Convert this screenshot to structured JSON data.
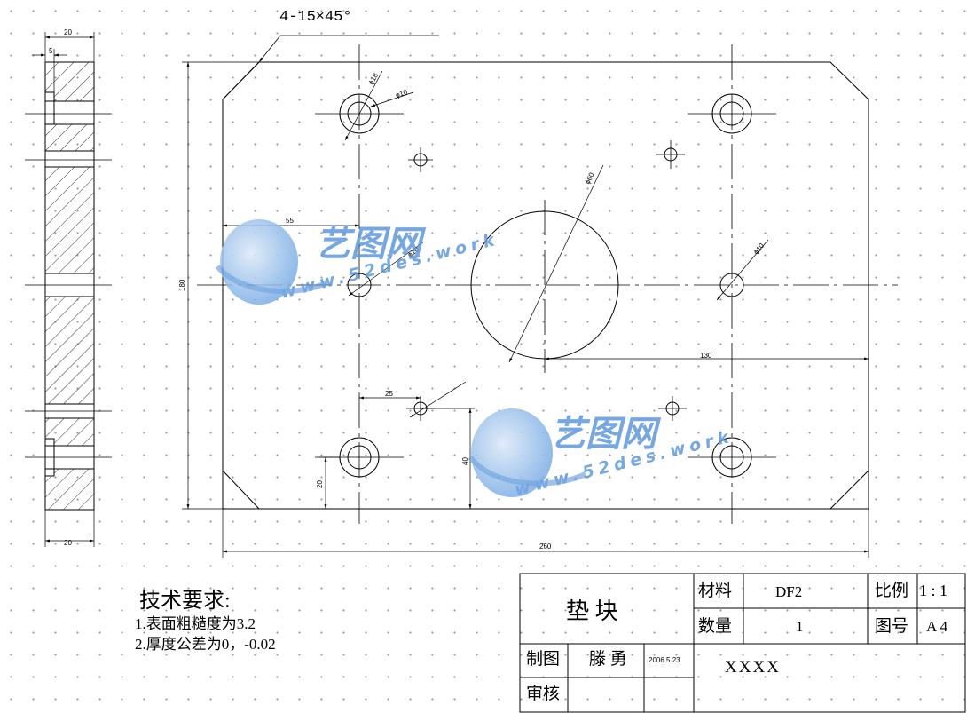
{
  "drawing": {
    "chamfer_callout": "4-15×45°",
    "dims": {
      "top_width": "20",
      "top_inner": "5",
      "bottom_width": "20",
      "height": "180",
      "hole_small": "ϕ18",
      "hole_small_inner": "ϕ10",
      "pin_hole": "ϕ10",
      "big_circle": "ϕ60",
      "right_hole": "ϕ10",
      "left_offset": "55",
      "center_offset": "130",
      "lower_offset": "25",
      "lower_vertical": "40",
      "bottom_vertical": "20",
      "total_width": "260"
    }
  },
  "watermark": {
    "brand": "艺图网",
    "url": "www.52des.work",
    "colors": {
      "blue": "#5f98dc",
      "light": "#b4d2f2"
    }
  },
  "notes": {
    "title": "技术要求:",
    "items": [
      "1.表面粗糙度为3.2",
      "2.厚度公差为0，-0.02"
    ]
  },
  "title_block": {
    "part_name": "垫 块",
    "material_label": "材料",
    "material_value": "DF2",
    "scale_label": "比例",
    "scale_value": "1 : 1",
    "qty_label": "数量",
    "qty_value": "1",
    "drawing_no_label": "图号",
    "drawing_no_value": "A 4",
    "drawn_label": "制图",
    "drawn_by": "滕 勇",
    "drawn_date": "2006.5.23",
    "company": "XXXX",
    "check_label": "审核"
  }
}
